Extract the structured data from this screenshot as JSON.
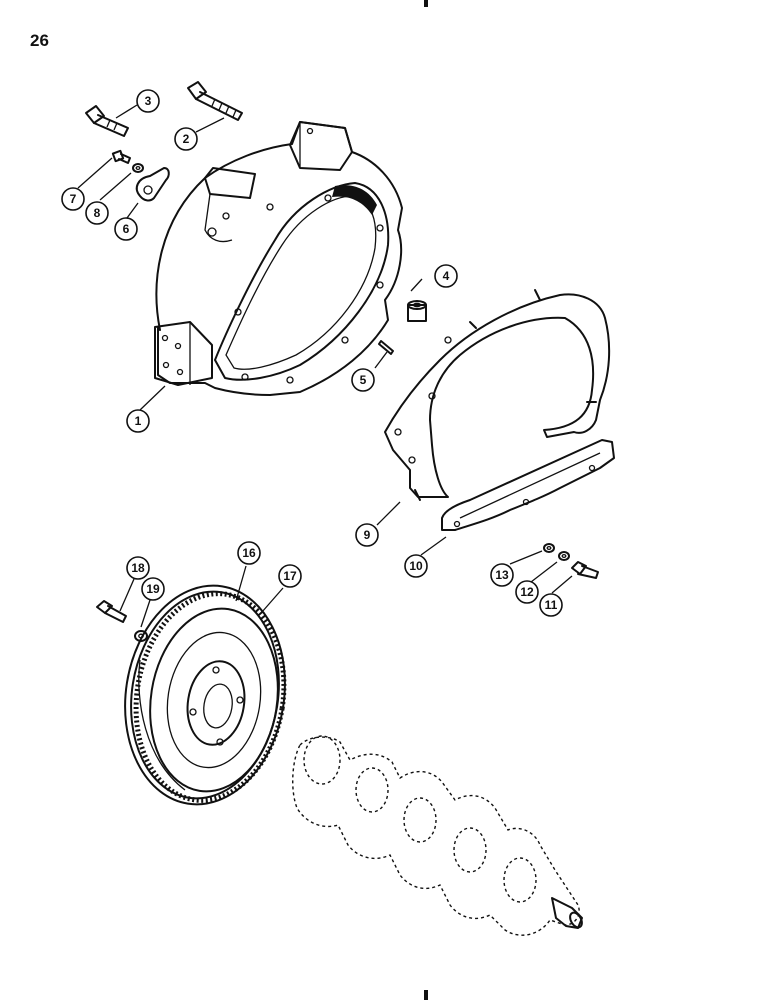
{
  "page": {
    "number": "26"
  },
  "callouts": [
    {
      "id": "c1",
      "label": "1",
      "part": "flywheel-housing"
    },
    {
      "id": "c2",
      "label": "2",
      "part": "bolt-long"
    },
    {
      "id": "c3",
      "label": "3",
      "part": "bolt-short"
    },
    {
      "id": "c4",
      "label": "4",
      "part": "dowel-sleeve"
    },
    {
      "id": "c5",
      "label": "5",
      "part": "dowel-pin"
    },
    {
      "id": "c6",
      "label": "6",
      "part": "lifting-plate"
    },
    {
      "id": "c7",
      "label": "7",
      "part": "screw"
    },
    {
      "id": "c8",
      "label": "8",
      "part": "washer"
    },
    {
      "id": "c9",
      "label": "9",
      "part": "shield-upper"
    },
    {
      "id": "c10",
      "label": "10",
      "part": "shield-lower"
    },
    {
      "id": "c11",
      "label": "11",
      "part": "bolt"
    },
    {
      "id": "c12",
      "label": "12",
      "part": "lock-washer"
    },
    {
      "id": "c13",
      "label": "13",
      "part": "washer"
    },
    {
      "id": "c16",
      "label": "16",
      "part": "flywheel"
    },
    {
      "id": "c17",
      "label": "17",
      "part": "ring-gear"
    },
    {
      "id": "c18",
      "label": "18",
      "part": "flywheel-bolt"
    },
    {
      "id": "c19",
      "label": "19",
      "part": "flywheel-washer"
    }
  ]
}
